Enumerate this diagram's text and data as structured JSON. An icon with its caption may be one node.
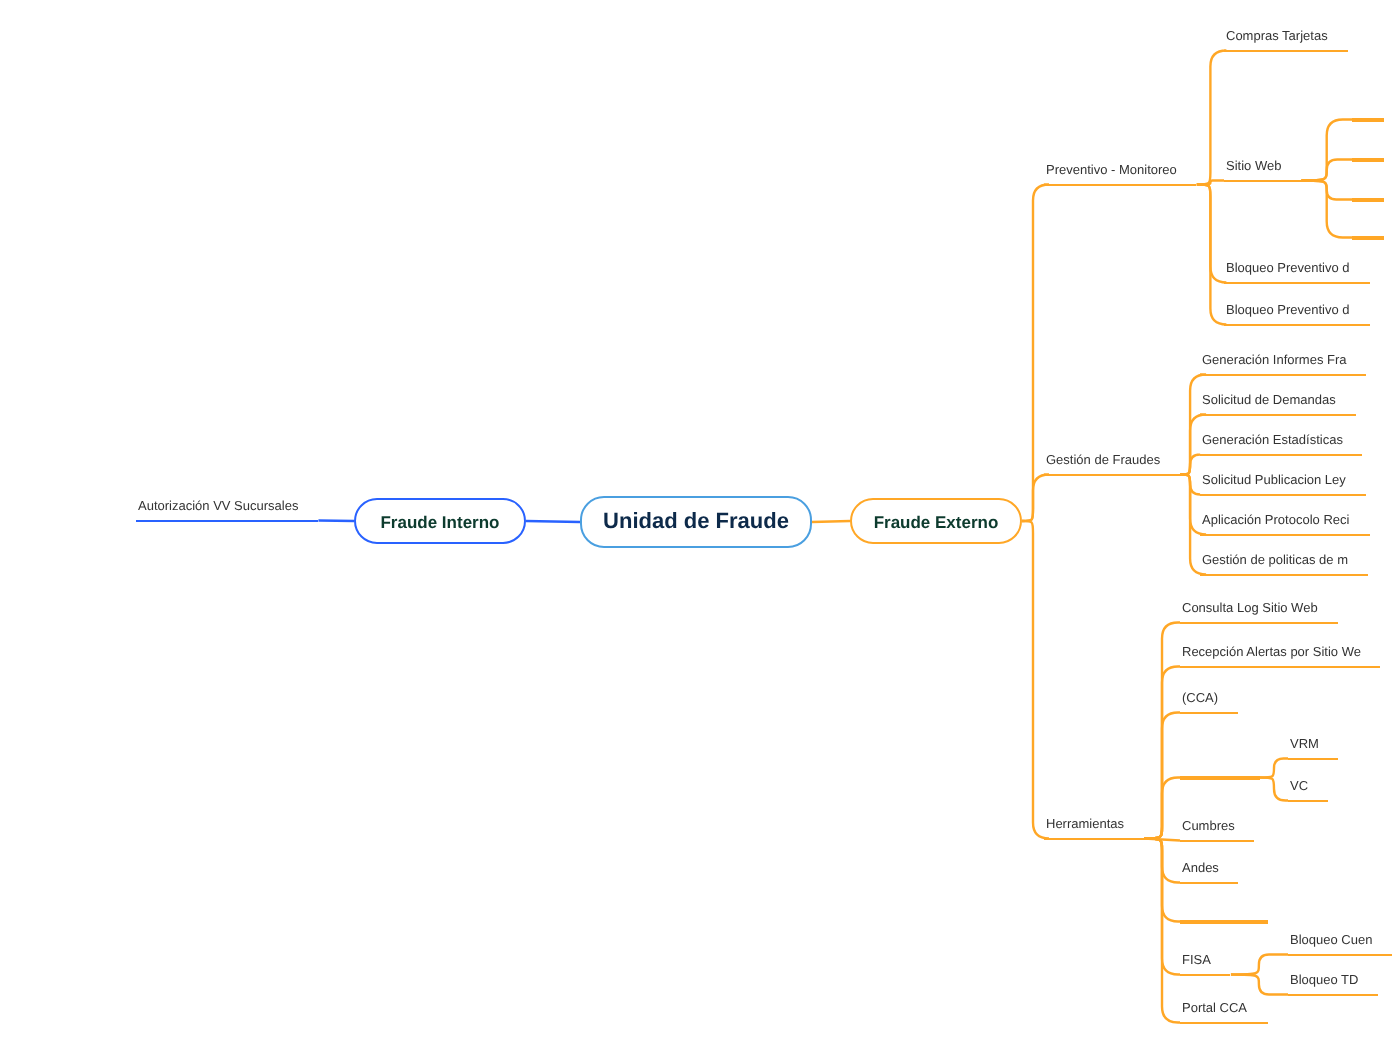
{
  "diagram": {
    "nodes": [
      {
        "text": [
          "Unidad de Fraude"
        ]
      },
      {
        "text": [
          "Fraude Interno"
        ]
      },
      {
        "text": [
          "Autorización VV Sucursales"
        ]
      },
      {
        "text": [
          "Fraude Externo"
        ]
      },
      {
        "text": [
          "Preventivo - Monitoreo"
        ]
      },
      {
        "text": [
          "Compras Tarjetas"
        ]
      },
      {
        "text": [
          "Sitio Web"
        ]
      },
      {
        "text": [],
        "shape": "bar"
      },
      {
        "text": [],
        "shape": "bar"
      },
      {
        "text": [],
        "shape": "bar"
      },
      {
        "text": [],
        "shape": "bar"
      },
      {
        "text": [
          "Bloqueo Preventivo d"
        ]
      },
      {
        "text": [
          "Bloqueo Preventivo d"
        ]
      },
      {
        "text": [
          "Gestión de Fraudes"
        ]
      },
      {
        "text": [
          "Generación Informes Fra"
        ]
      },
      {
        "text": [
          "Solicitud de Demandas"
        ]
      },
      {
        "text": [
          "Generación Estadísticas"
        ]
      },
      {
        "text": [
          "Solicitud Publicacion Ley"
        ]
      },
      {
        "text": [
          "Aplicación Protocolo Reci"
        ]
      },
      {
        "text": [
          "Gestión de politicas de m"
        ]
      },
      {
        "text": [
          "Herramientas"
        ]
      },
      {
        "text": [
          "Consulta Log Sitio Web"
        ]
      },
      {
        "text": [
          "Recepción Alertas por Sitio We"
        ]
      },
      {
        "text": [
          "(CCA)"
        ]
      },
      {
        "text": [],
        "shape": "bar"
      },
      {
        "text": [
          "VRM"
        ]
      },
      {
        "text": [
          "VC"
        ]
      },
      {
        "text": [
          "Cumbres"
        ]
      },
      {
        "text": [
          "Andes"
        ]
      },
      {
        "text": [],
        "shape": "bar"
      },
      {
        "text": [
          "FISA"
        ]
      },
      {
        "text": [
          "Bloqueo Cuen"
        ]
      },
      {
        "text": [
          "Bloqueo TD"
        ]
      },
      {
        "text": [
          "Portal CCA"
        ]
      }
    ],
    "edges": [
      {
        "from": 2,
        "to": 1,
        "arrow": "none",
        "color": "#2962ff"
      },
      {
        "from": 1,
        "to": 0,
        "arrow": "none",
        "color": "#2962ff"
      },
      {
        "from": 0,
        "to": 3,
        "arrow": "none"
      },
      {
        "from": 3,
        "to": 4,
        "arrow": "none"
      },
      {
        "from": 4,
        "to": 5,
        "arrow": "none"
      },
      {
        "from": 4,
        "to": 6,
        "arrow": "none"
      },
      {
        "from": 6,
        "to": 7,
        "arrow": "none"
      },
      {
        "from": 6,
        "to": 8,
        "arrow": "none"
      },
      {
        "from": 6,
        "to": 9,
        "arrow": "none"
      },
      {
        "from": 6,
        "to": 10,
        "arrow": "none"
      },
      {
        "from": 4,
        "to": 11,
        "arrow": "none"
      },
      {
        "from": 4,
        "to": 12,
        "arrow": "none"
      },
      {
        "from": 3,
        "to": 13,
        "arrow": "none"
      },
      {
        "from": 13,
        "to": 14,
        "arrow": "none"
      },
      {
        "from": 13,
        "to": 15,
        "arrow": "none"
      },
      {
        "from": 13,
        "to": 16,
        "arrow": "none"
      },
      {
        "from": 13,
        "to": 17,
        "arrow": "none"
      },
      {
        "from": 13,
        "to": 18,
        "arrow": "none"
      },
      {
        "from": 13,
        "to": 19,
        "arrow": "none"
      },
      {
        "from": 3,
        "to": 20,
        "arrow": "none"
      },
      {
        "from": 20,
        "to": 21,
        "arrow": "none"
      },
      {
        "from": 20,
        "to": 22,
        "arrow": "none"
      },
      {
        "from": 20,
        "to": 23,
        "arrow": "none"
      },
      {
        "from": 20,
        "to": 24,
        "arrow": "none"
      },
      {
        "from": 24,
        "to": 25,
        "arrow": "none"
      },
      {
        "from": 24,
        "to": 26,
        "arrow": "none"
      },
      {
        "from": 20,
        "to": 27,
        "arrow": "none"
      },
      {
        "from": 20,
        "to": 28,
        "arrow": "none"
      },
      {
        "from": 20,
        "to": 29,
        "arrow": "none"
      },
      {
        "from": 20,
        "to": 30,
        "arrow": "none"
      },
      {
        "from": 30,
        "to": 31,
        "arrow": "none"
      },
      {
        "from": 30,
        "to": 32,
        "arrow": "none"
      },
      {
        "from": 20,
        "to": 33,
        "arrow": "none"
      }
    ]
  }
}
